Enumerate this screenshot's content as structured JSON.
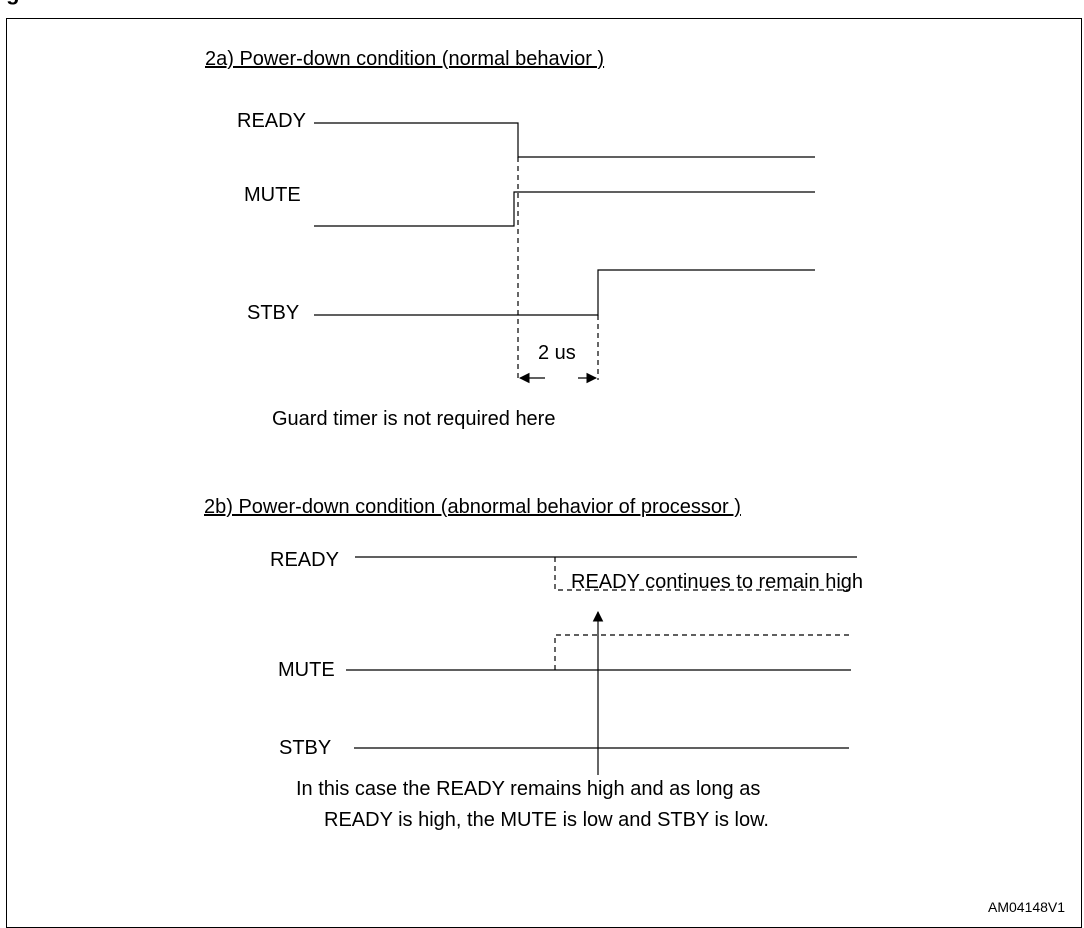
{
  "figure_title": "ig",
  "section_2a": {
    "title": "2a) Power-down condition  (normal behavior )",
    "signal_ready": "READY",
    "signal_mute": "MUTE",
    "signal_stby": "STBY",
    "interval_label": "2 us",
    "note": "Guard timer is not required here"
  },
  "section_2b": {
    "title": "2b) Power-down condition  (abnormal behavior of processor )",
    "signal_ready": "READY",
    "signal_mute": "MUTE",
    "signal_stby": "STBY",
    "ready_annotation": "READY continues to remain high",
    "explanation_line1": "In this case the READY remains high and as long as",
    "explanation_line2": "READY is high, the MUTE is low and STBY is low."
  },
  "figure_id": "AM04148V1"
}
